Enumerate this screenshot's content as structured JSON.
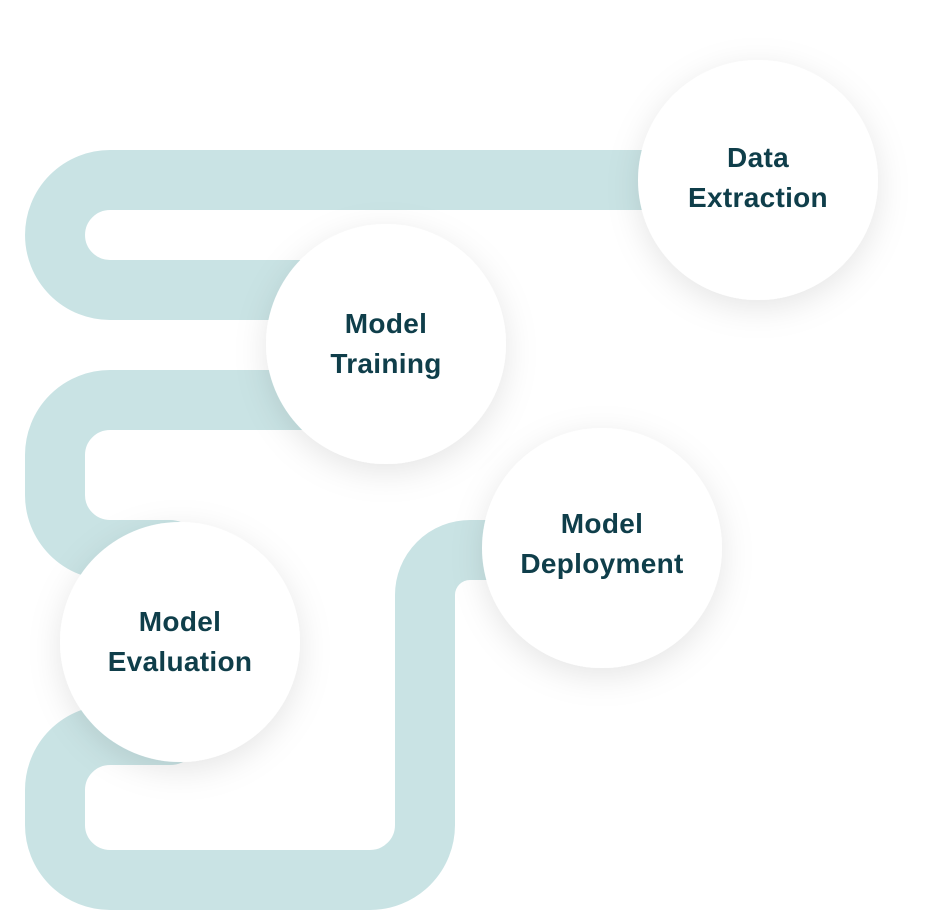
{
  "colors": {
    "background": "#ffffff",
    "path": "#c9e3e4",
    "node_fill": "#ffffff",
    "text": "#0f3e4a"
  },
  "nodes": {
    "data_extraction": {
      "line1": "Data",
      "line2": "Extraction"
    },
    "model_training": {
      "line1": "Model",
      "line2": "Training"
    },
    "model_deployment": {
      "line1": "Model",
      "line2": "Deployment"
    },
    "model_evaluation": {
      "line1": "Model",
      "line2": "Evaluation"
    }
  }
}
